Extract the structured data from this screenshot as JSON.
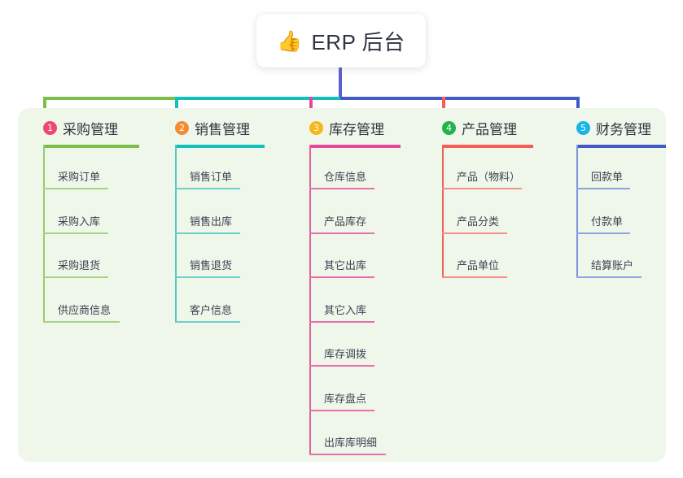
{
  "root": {
    "icon": "thumbs-up-icon",
    "icon_glyph": "👍",
    "title": "ERP 后台"
  },
  "palette": {
    "panel_bg": "#eef7e9",
    "page_bg": "#ffffff",
    "trunk": "#5b5fd0",
    "text": "#2f3542"
  },
  "columns": [
    {
      "index": "1",
      "title": "采购管理",
      "badge_color": "#f0486e",
      "line_color": "#7cbf48",
      "spine_color": "#9ac96f",
      "leaf_rule_color": "#a9d285",
      "rule_width": 118,
      "items": [
        {
          "label": "采购订单",
          "rule_width": 80
        },
        {
          "label": "采购入库",
          "rule_width": 80
        },
        {
          "label": "采购退货",
          "rule_width": 80
        },
        {
          "label": "供应商信息",
          "rule_width": 94
        }
      ]
    },
    {
      "index": "2",
      "title": "销售管理",
      "badge_color": "#f58b31",
      "line_color": "#11c0bd",
      "spine_color": "#4fc9c2",
      "leaf_rule_color": "#6fcfc8",
      "rule_width": 110,
      "items": [
        {
          "label": "销售订单",
          "rule_width": 80
        },
        {
          "label": "销售出库",
          "rule_width": 80
        },
        {
          "label": "销售退货",
          "rule_width": 80
        },
        {
          "label": "客户信息",
          "rule_width": 80
        }
      ]
    },
    {
      "index": "3",
      "title": "库存管理",
      "badge_color": "#f7b61b",
      "line_color": "#e8469b",
      "spine_color": "#e05fa0",
      "leaf_rule_color": "#e86eae",
      "rule_width": 112,
      "items": [
        {
          "label": "仓库信息",
          "rule_width": 80
        },
        {
          "label": "产品库存",
          "rule_width": 80
        },
        {
          "label": "其它出库",
          "rule_width": 80
        },
        {
          "label": "其它入库",
          "rule_width": 80
        },
        {
          "label": "库存调拨",
          "rule_width": 80
        },
        {
          "label": "库存盘点",
          "rule_width": 80
        },
        {
          "label": "出库库明细",
          "rule_width": 94
        }
      ]
    },
    {
      "index": "4",
      "title": "产品管理",
      "badge_color": "#23b24b",
      "line_color": "#fa5c55",
      "spine_color": "#f2605c",
      "leaf_rule_color": "#f78d88",
      "rule_width": 112,
      "items": [
        {
          "label": "产品（物料）",
          "rule_width": 98
        },
        {
          "label": "产品分类",
          "rule_width": 80
        },
        {
          "label": "产品单位",
          "rule_width": 80
        }
      ]
    },
    {
      "index": "5",
      "title": "财务管理",
      "badge_color": "#19b5e8",
      "line_color": "#4259c9",
      "spine_color": "#7d93dd",
      "leaf_rule_color": "#8fa3e2",
      "rule_width": 110,
      "items": [
        {
          "label": "回款单",
          "rule_width": 66
        },
        {
          "label": "付款单",
          "rule_width": 66
        },
        {
          "label": "结算账户",
          "rule_width": 80
        }
      ]
    }
  ]
}
